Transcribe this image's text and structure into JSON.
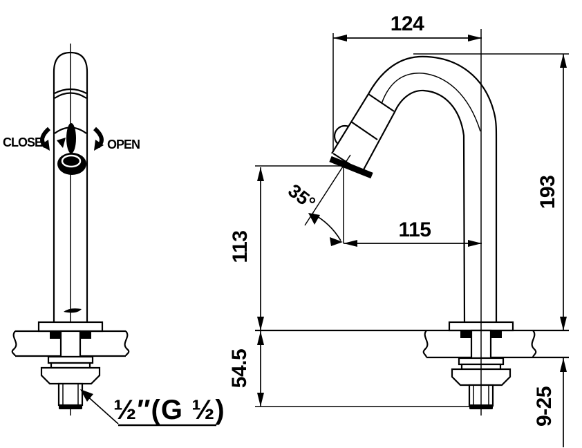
{
  "drawing": {
    "title": "faucet installation dimension drawing",
    "front_view": {
      "close_label": "CLOSE",
      "open_label": "OPEN",
      "thread_label": "½″(G ½)"
    },
    "dimensions": {
      "spout_reach_overall": "124",
      "overall_height": "193",
      "spout_outlet_height": "113",
      "spout_reach_to_center": "115",
      "spout_angle": "35°",
      "under_deck_length": "54.5",
      "deck_thickness_range": "9-25"
    }
  }
}
